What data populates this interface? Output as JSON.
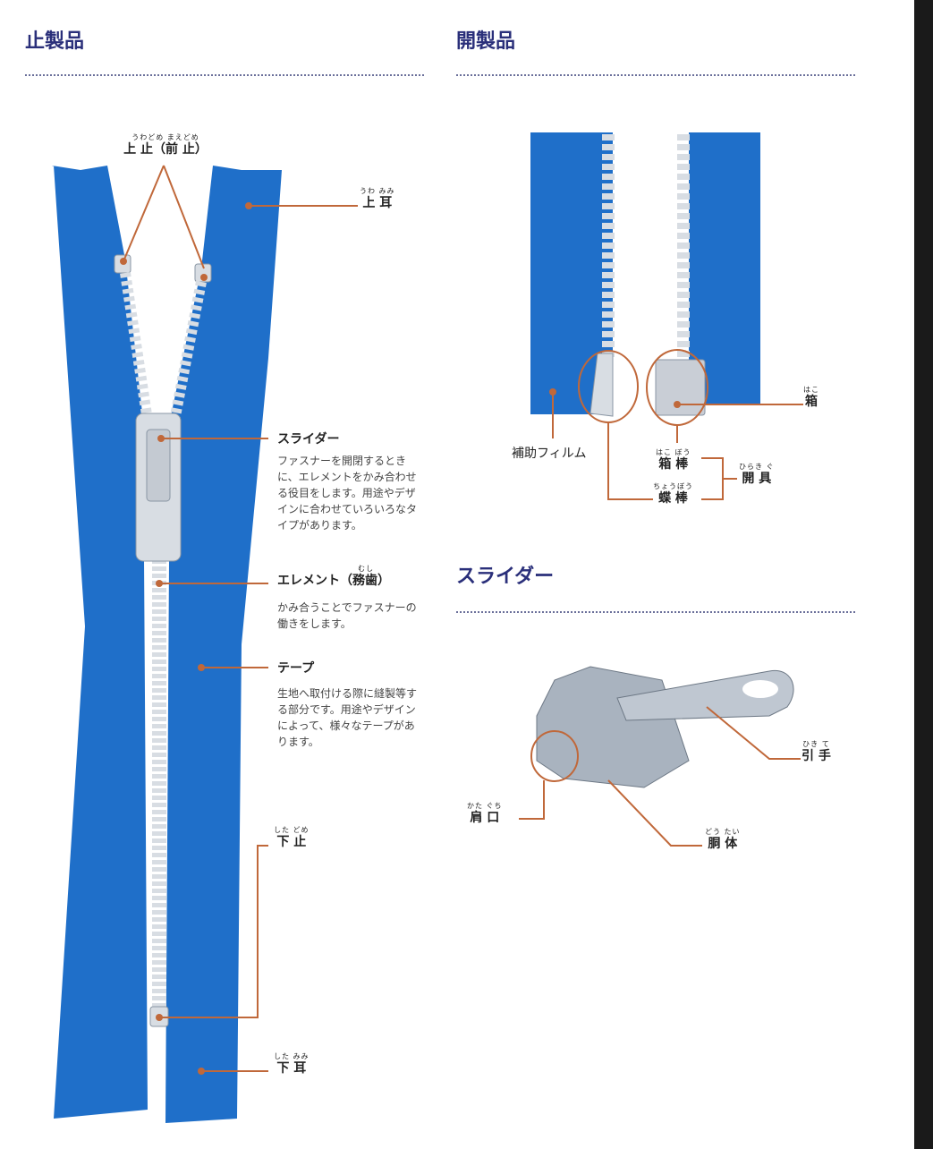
{
  "sections": {
    "closed": "止製品",
    "open": "開製品",
    "slider": "スライダー"
  },
  "closed_labels": {
    "top_stop": {
      "ruby": "うわどめ まえどめ",
      "text": "上 止（前 止）"
    },
    "top_ear": {
      "ruby": "うわ みみ",
      "text": "上 耳"
    },
    "slider": {
      "text": "スライダー",
      "desc": "ファスナーを開閉するときに、エレメントをかみ合わせる役目をします。用途やデザインに合わせていろいろなタイプがあります。"
    },
    "element": {
      "ruby": "むし",
      "text": "エレメント（務歯）",
      "desc": "かみ合うことでファスナーの働きをします。"
    },
    "tape": {
      "text": "テープ",
      "desc": "生地へ取付ける際に縫製等する部分です。用途やデザインによって、様々なテープがあります。"
    },
    "bottom_stop": {
      "ruby": "した どめ",
      "text": "下 止"
    },
    "bottom_ear": {
      "ruby": "した みみ",
      "text": "下 耳"
    }
  },
  "open_labels": {
    "film": {
      "text": "補助フィルム"
    },
    "box": {
      "ruby": "はこ",
      "text": "箱"
    },
    "box_pin": {
      "ruby": "はこ ぼう",
      "text": "箱 棒"
    },
    "insert_pin": {
      "ruby": "ちょうぼう",
      "text": "蝶 棒"
    },
    "opener": {
      "ruby": "ひらき ぐ",
      "text": "開 具"
    }
  },
  "slider_labels": {
    "pull": {
      "ruby": "ひき て",
      "text": "引 手"
    },
    "shoulder": {
      "ruby": "かた ぐち",
      "text": "肩 口"
    },
    "body": {
      "ruby": "どう たい",
      "text": "胴 体"
    }
  },
  "colors": {
    "heading": "#2a2f7a",
    "tape": "#1f6fc9",
    "leader": "#c0683a",
    "element": "#d8dde3"
  }
}
